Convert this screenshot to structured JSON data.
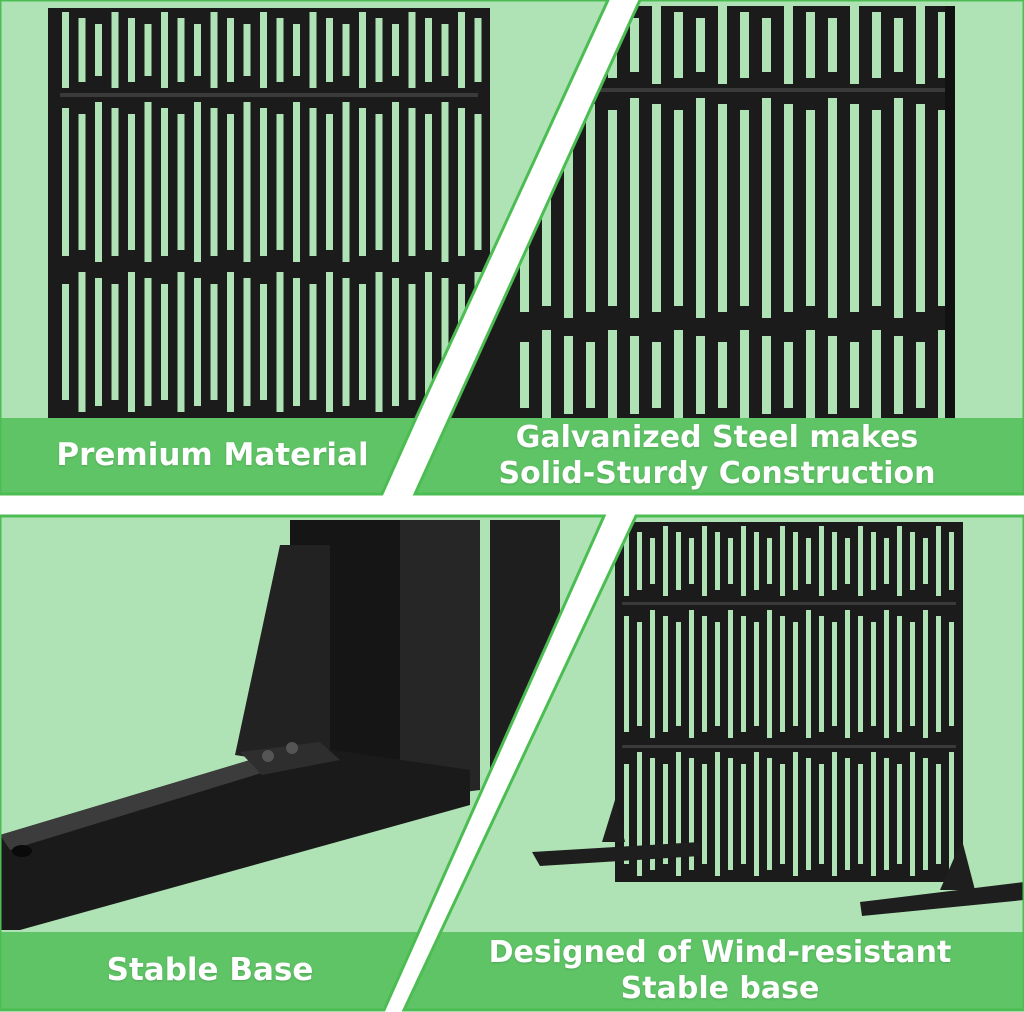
{
  "panels": [
    {
      "caption_lines": [
        "Premium Material"
      ]
    },
    {
      "caption_lines": [
        "Galvanized Steel makes",
        "Solid-Sturdy Construction"
      ]
    },
    {
      "caption_lines": [
        "Stable Base"
      ]
    },
    {
      "caption_lines": [
        "Designed of Wind-resistant",
        "Stable base"
      ]
    }
  ],
  "colors": {
    "panel_background": "#afe3b5",
    "caption_band": "#5fc466",
    "border_green": "#4cbd52",
    "steel": "#1b1b1b",
    "gap": "#ffffff"
  }
}
